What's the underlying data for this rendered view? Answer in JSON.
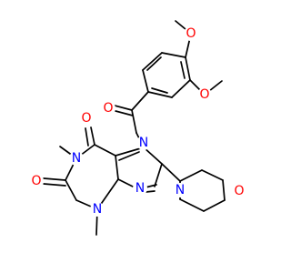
{
  "colors": {
    "background": "#ffffff",
    "bond": "#000000",
    "oxygen": "#ff0000",
    "nitrogen": "#0000ff"
  },
  "atoms": {
    "o_methoxy_top": "O",
    "o_methoxy_right": "O",
    "o_ketone": "O",
    "o_c6": "O",
    "o_c2": "O",
    "o_morpholine": "O",
    "n7": "N",
    "n1": "N",
    "n3": "N",
    "n9": "N",
    "n_morpholine": "N"
  }
}
